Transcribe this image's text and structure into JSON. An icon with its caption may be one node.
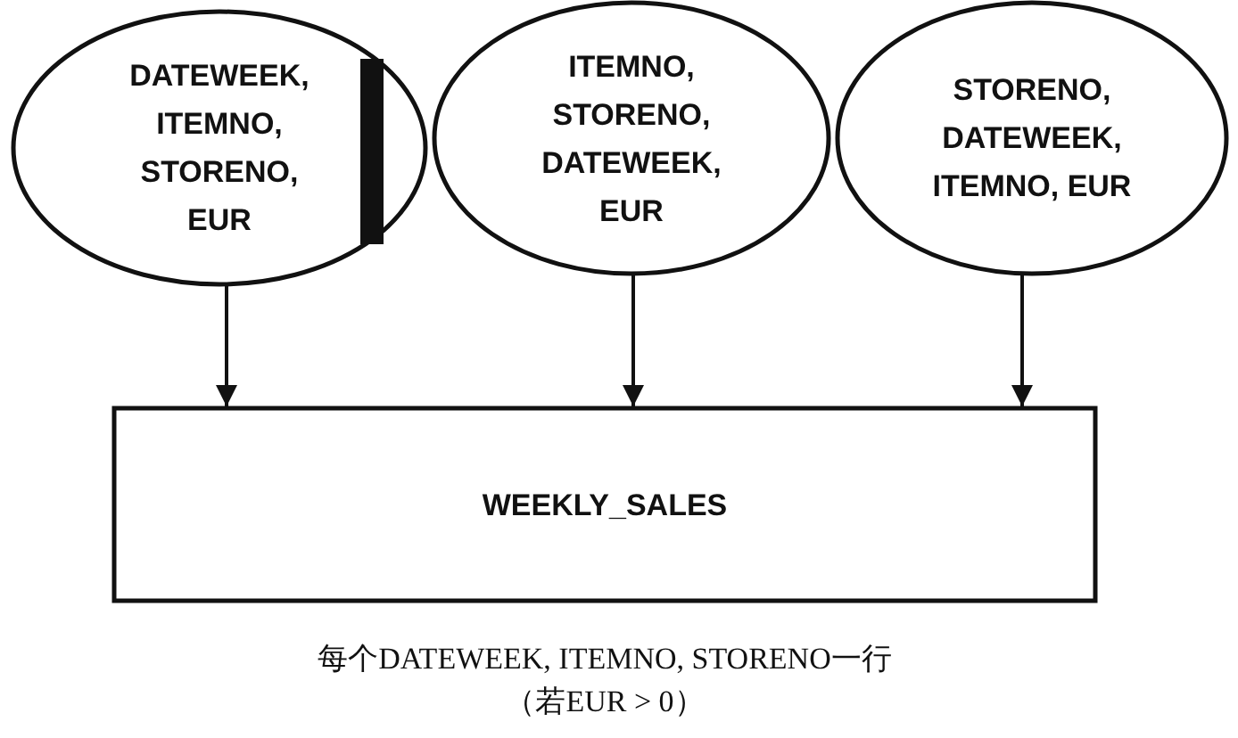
{
  "diagram": {
    "nodes": [
      {
        "text": [
          "DATEWEEK, ITEMNO, STORENO, EUR"
        ]
      },
      {
        "text": [
          "ITEMNO, STORENO, DATEWEEK, EUR"
        ]
      },
      {
        "text": [
          "STORENO, DATEWEEK, ITEMNO, EUR"
        ]
      },
      {
        "text": [
          "WEEKLY_SALES"
        ],
        "beside": [
          "每个DATEWEEK, ITEMNO, STORENO一行",
          "（若EUR > 0）"
        ]
      }
    ],
    "edges": [
      {
        "from": 0,
        "to": 3,
        "arrow": "to"
      },
      {
        "from": 1,
        "to": 3,
        "arrow": "to"
      },
      {
        "from": 2,
        "to": 3,
        "arrow": "to"
      }
    ]
  }
}
